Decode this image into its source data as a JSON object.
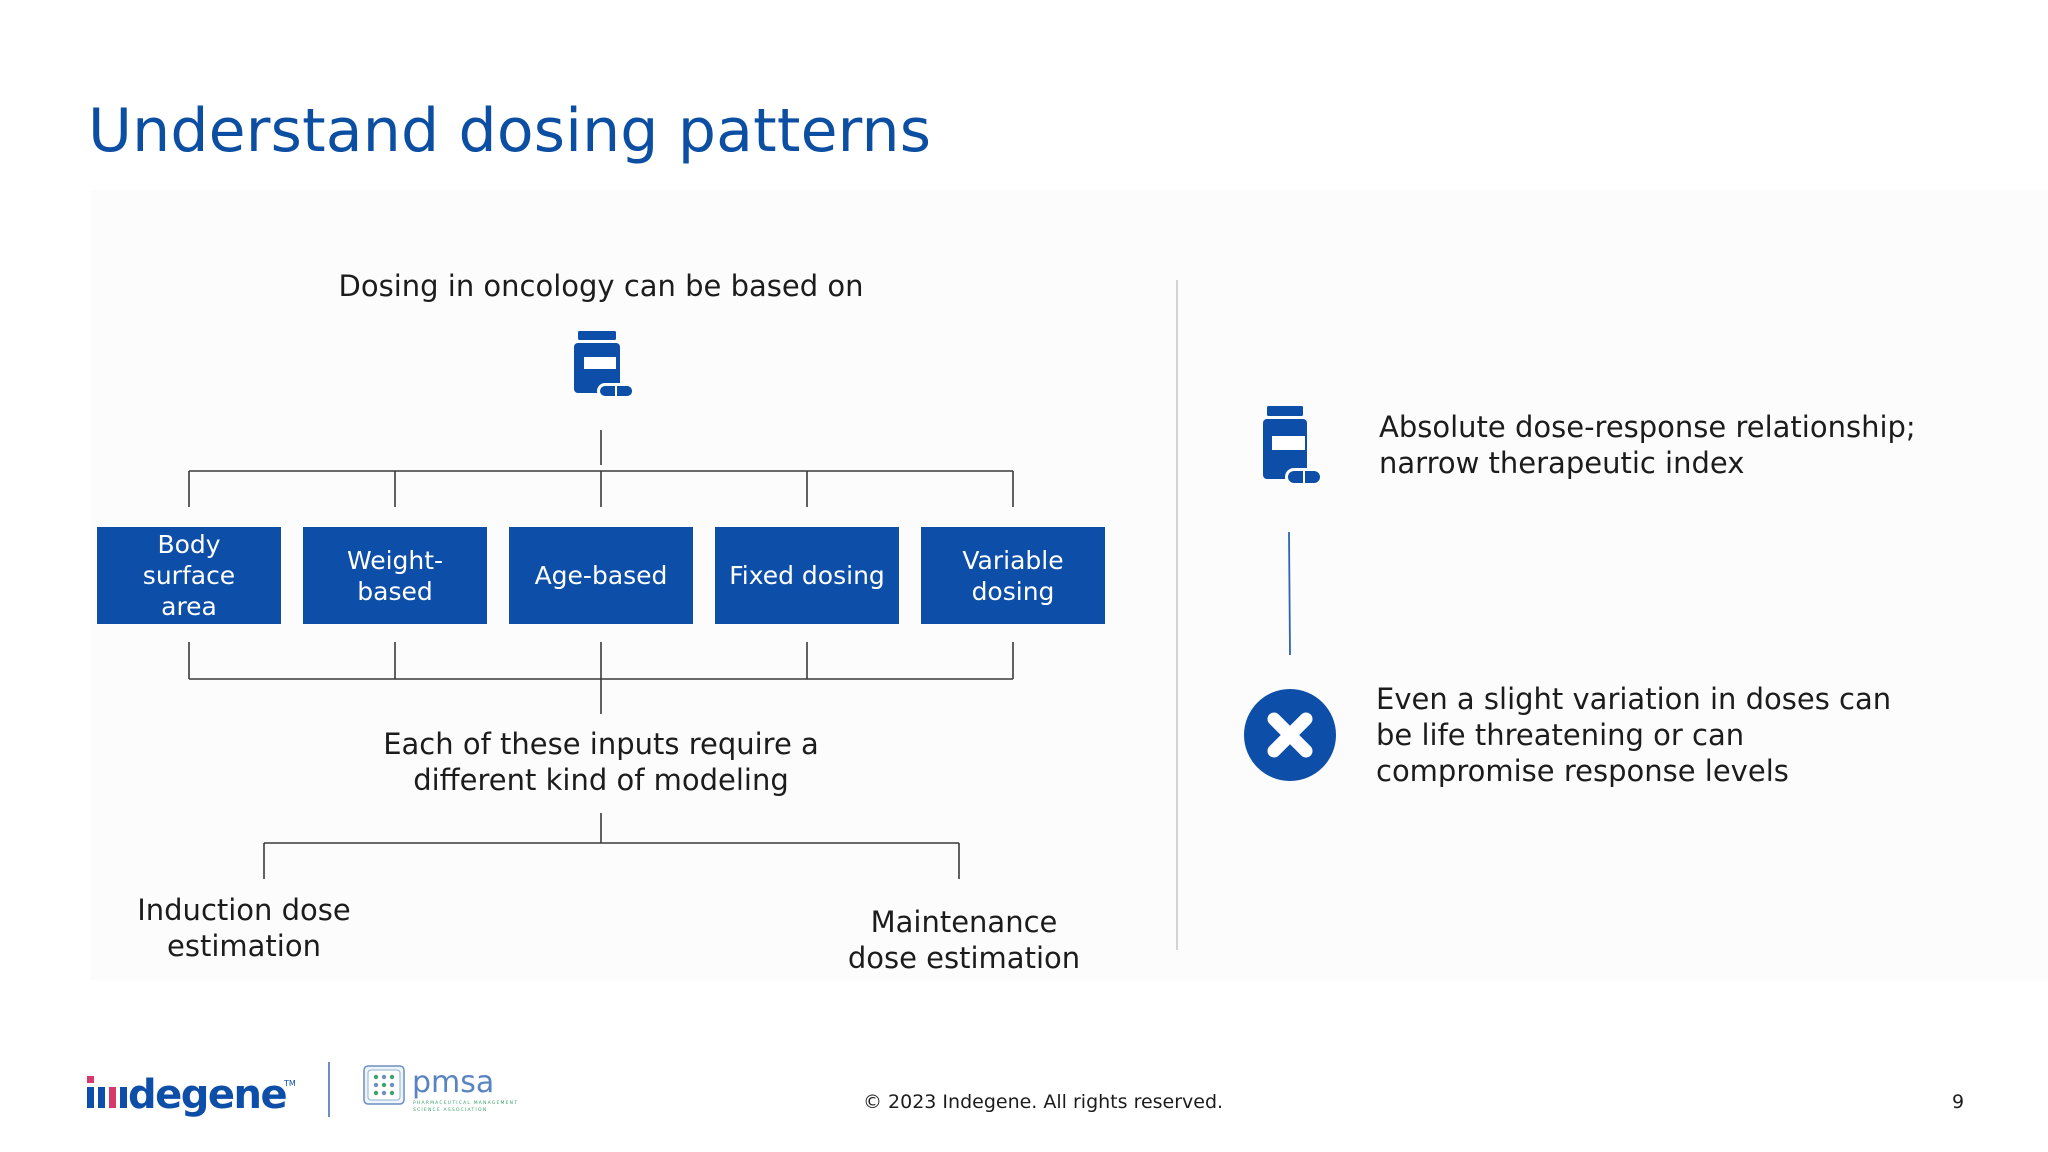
{
  "slide": {
    "title": "Understand dosing patterns",
    "tree": {
      "heading": "Dosing in oncology can be based on",
      "boxes": [
        "Body surface area",
        "Weight-based",
        "Age-based",
        "Fixed dosing",
        "Variable dosing"
      ],
      "middle_text": "Each of these inputs require a different kind of modeling",
      "leaves": [
        "Induction dose estimation",
        "Maintenance dose estimation"
      ]
    },
    "right": {
      "point1": "Absolute dose-response relationship; narrow therapeutic index",
      "point2": "Even a slight variation in doses can be life threatening or can compromise response levels"
    },
    "icons": {
      "tree_top": "medicine-bottle-icon",
      "point1": "medicine-bottle-icon",
      "point2": "close-circle-icon"
    },
    "footer": {
      "brand_logo": "indegene",
      "partner_logo": "pmsa",
      "partner_tagline": "PHARMACEUTICAL MANAGEMENT SCIENCE ASSOCIATION",
      "copyright": "© 2023 Indegene. All rights reserved.",
      "page_number": "9"
    },
    "colors": {
      "accent": "#0b4ea2",
      "box_fill": "#0d4fa8",
      "text": "#1c1c1c"
    }
  }
}
